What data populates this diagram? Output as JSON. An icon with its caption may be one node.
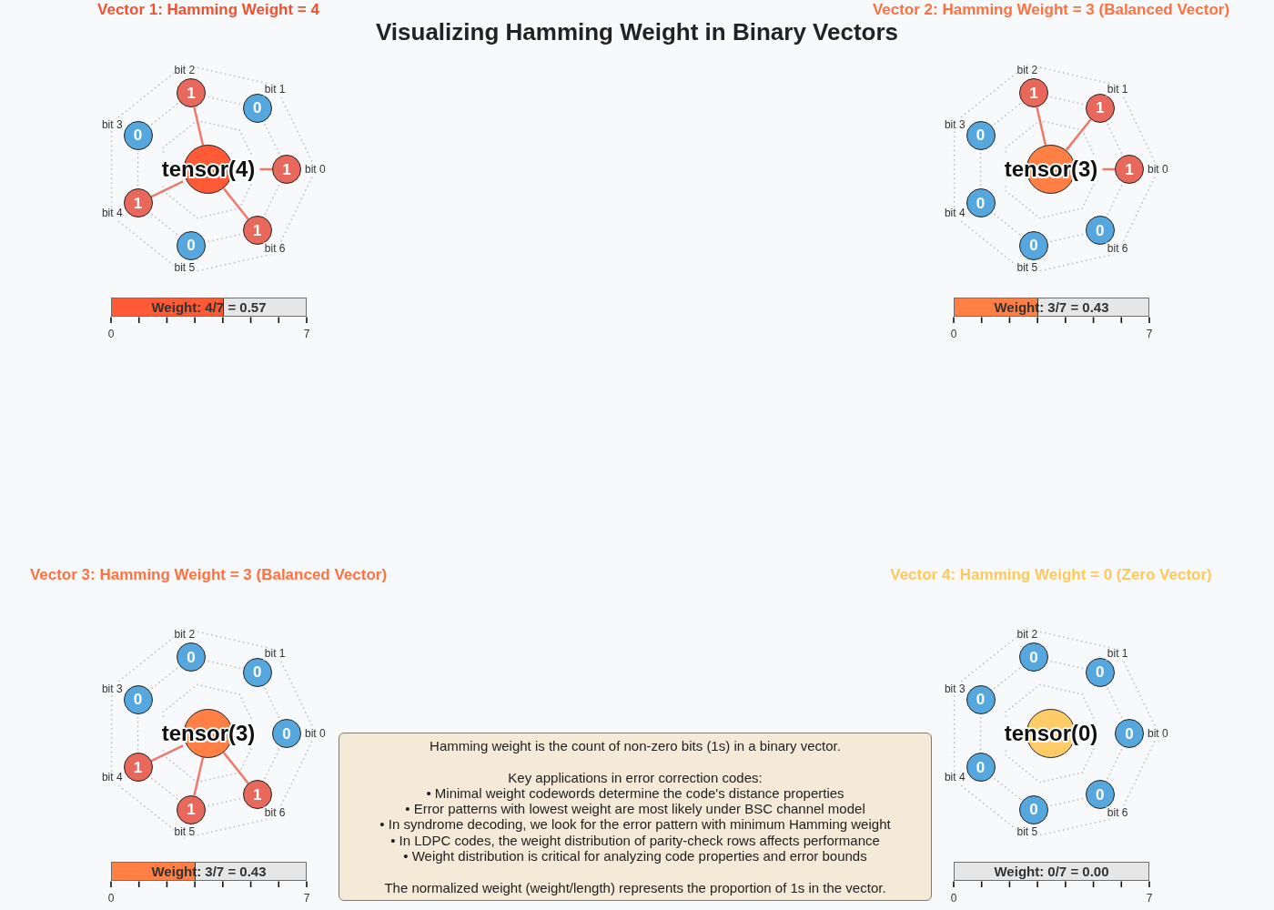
{
  "diagram": {
    "title": "Visualizing Hamming Weight in Binary Vectors",
    "nodes": [
      {
        "text": [
          "tensor(4)"
        ]
      },
      {
        "text": [
          "1"
        ],
        "beside": [
          "bit 0"
        ]
      },
      {
        "text": [
          "0"
        ],
        "beside": [
          "bit 1"
        ]
      },
      {
        "text": [
          "1"
        ],
        "beside": [
          "bit 2"
        ]
      },
      {
        "text": [
          "0"
        ],
        "beside": [
          "bit 3"
        ]
      },
      {
        "text": [
          "1"
        ],
        "beside": [
          "bit 4"
        ]
      },
      {
        "text": [
          "0"
        ],
        "beside": [
          "bit 5"
        ]
      },
      {
        "text": [
          "1"
        ],
        "beside": [
          "bit 6"
        ]
      },
      {
        "text": [
          "Weight: 4/7 = 0.57"
        ],
        "beside": [
          "0",
          "7"
        ]
      },
      {
        "text": [
          "tensor(3)"
        ]
      },
      {
        "text": [
          "1"
        ],
        "beside": [
          "bit 0"
        ]
      },
      {
        "text": [
          "1"
        ],
        "beside": [
          "bit 1"
        ]
      },
      {
        "text": [
          "1"
        ],
        "beside": [
          "bit 2"
        ]
      },
      {
        "text": [
          "0"
        ],
        "beside": [
          "bit 3"
        ]
      },
      {
        "text": [
          "0"
        ],
        "beside": [
          "bit 4"
        ]
      },
      {
        "text": [
          "0"
        ],
        "beside": [
          "bit 5"
        ]
      },
      {
        "text": [
          "0"
        ],
        "beside": [
          "bit 6"
        ]
      },
      {
        "text": [
          "Weight: 3/7 = 0.43"
        ],
        "beside": [
          "0",
          "7"
        ]
      },
      {
        "text": [
          "tensor(3)"
        ]
      },
      {
        "text": [
          "0"
        ],
        "beside": [
          "bit 0"
        ]
      },
      {
        "text": [
          "0"
        ],
        "beside": [
          "bit 1"
        ]
      },
      {
        "text": [
          "0"
        ],
        "beside": [
          "bit 2"
        ]
      },
      {
        "text": [
          "0"
        ],
        "beside": [
          "bit 3"
        ]
      },
      {
        "text": [
          "1"
        ],
        "beside": [
          "bit 4"
        ]
      },
      {
        "text": [
          "1"
        ],
        "beside": [
          "bit 5"
        ]
      },
      {
        "text": [
          "1"
        ],
        "beside": [
          "bit 6"
        ]
      },
      {
        "text": [
          "Weight: 3/7 = 0.43"
        ],
        "beside": [
          "0",
          "7"
        ]
      },
      {
        "text": [
          "tensor(0)"
        ]
      },
      {
        "text": [
          "0"
        ],
        "beside": [
          "bit 0"
        ]
      },
      {
        "text": [
          "0"
        ],
        "beside": [
          "bit 1"
        ]
      },
      {
        "text": [
          "0"
        ],
        "beside": [
          "bit 2"
        ]
      },
      {
        "text": [
          "0"
        ],
        "beside": [
          "bit 3"
        ]
      },
      {
        "text": [
          "0"
        ],
        "beside": [
          "bit 4"
        ]
      },
      {
        "text": [
          "0"
        ],
        "beside": [
          "bit 5"
        ]
      },
      {
        "text": [
          "0"
        ],
        "beside": [
          "bit 6"
        ]
      },
      {
        "text": [
          "Weight: 0/7 = 0.00"
        ],
        "beside": [
          "0",
          "7"
        ]
      },
      {
        "text": [
          "Hamming weight is the count of non-zero bits (1s) in a binary vector.",
          "Key applications in error correction codes:",
          "• Minimal weight codewords determine the code's distance properties",
          "• Error patterns with lowest weight are most likely under BSC channel model",
          "• In syndrome decoding, we look for the error pattern with minimum Hamming weight",
          "• In LDPC codes, the weight distribution of parity-check rows affects performance",
          "• Weight distribution is critical for analyzing code properties and error bounds",
          "The normalized weight (weight/length) represents the proportion of 1s in the vector."
        ]
      }
    ],
    "edges": [
      {
        "from": 0,
        "to": 1,
        "arrow": "none"
      },
      {
        "from": 0,
        "to": 3,
        "arrow": "none"
      },
      {
        "from": 0,
        "to": 5,
        "arrow": "none"
      },
      {
        "from": 0,
        "to": 7,
        "arrow": "none"
      },
      {
        "from": 9,
        "to": 10,
        "arrow": "none"
      },
      {
        "from": 9,
        "to": 11,
        "arrow": "none"
      },
      {
        "from": 9,
        "to": 12,
        "arrow": "none"
      },
      {
        "from": 18,
        "to": 23,
        "arrow": "none"
      },
      {
        "from": 18,
        "to": 24,
        "arrow": "none"
      },
      {
        "from": 18,
        "to": 25,
        "arrow": "none"
      }
    ],
    "labels": [
      "Vector 1: Hamming Weight = 4",
      "Vector 2: Hamming Weight = 3 (Balanced Vector)",
      "Vector 3: Hamming Weight = 3 (Balanced Vector)",
      "Vector 4: Hamming Weight = 0 (Zero Vector)"
    ]
  }
}
